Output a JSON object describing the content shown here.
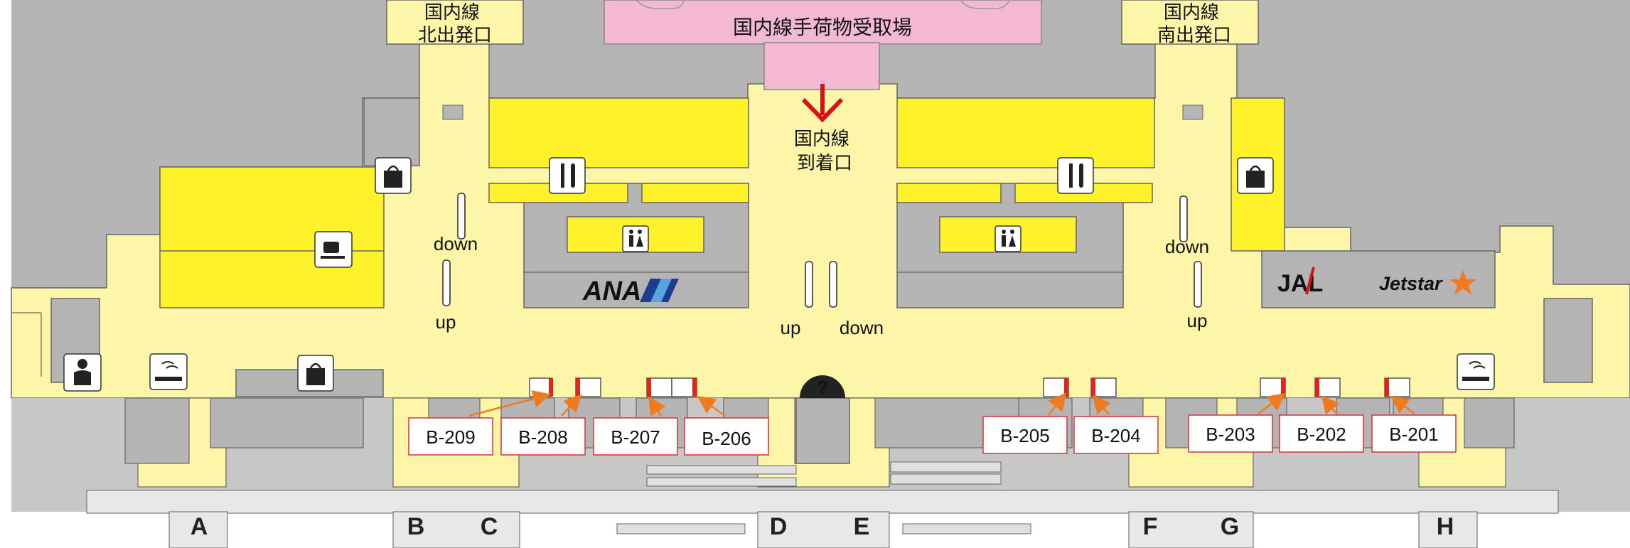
{
  "exits": {
    "north": [
      "国内線",
      "北出発口"
    ],
    "south": [
      "国内線",
      "南出発口"
    ]
  },
  "baggage_claim": "国内線手荷物受取場",
  "arrival_gate": [
    "国内線",
    "到着口"
  ],
  "escalators": {
    "left_down": "down",
    "left_up": "up",
    "center_up": "up",
    "center_down": "down",
    "right_down": "down",
    "right_up": "up"
  },
  "airlines": {
    "ana": "ANA",
    "jal": "JAL",
    "jetstar": "Jetstar"
  },
  "info_symbol": "?",
  "gates": [
    "A",
    "B",
    "C",
    "D",
    "E",
    "F",
    "G",
    "H"
  ],
  "bus_stops": [
    "B-209",
    "B-208",
    "B-207",
    "B-206",
    "B-205",
    "B-204",
    "B-203",
    "B-202",
    "B-201"
  ],
  "icons": {
    "shop": "shopping-bag-icon",
    "restaurant": "fork-knife-icon",
    "cafe": "coffee-cup-icon",
    "restroom": "restroom-icon",
    "smoking": "smoking-area-icon",
    "porter": "porter-icon",
    "arrow": "red-down-arrow-icon"
  },
  "colors": {
    "floor": "#fdf6a8",
    "facility": "#fef22a",
    "wall": "#b4b4b4",
    "baggage": "#f3b8d2",
    "tag_border": "#d0333a",
    "arrow_orange": "#f07a1e",
    "arrow_red": "#d8111b",
    "ana_blue": "#1d3c8f",
    "jetstar_orange": "#f4781f"
  }
}
